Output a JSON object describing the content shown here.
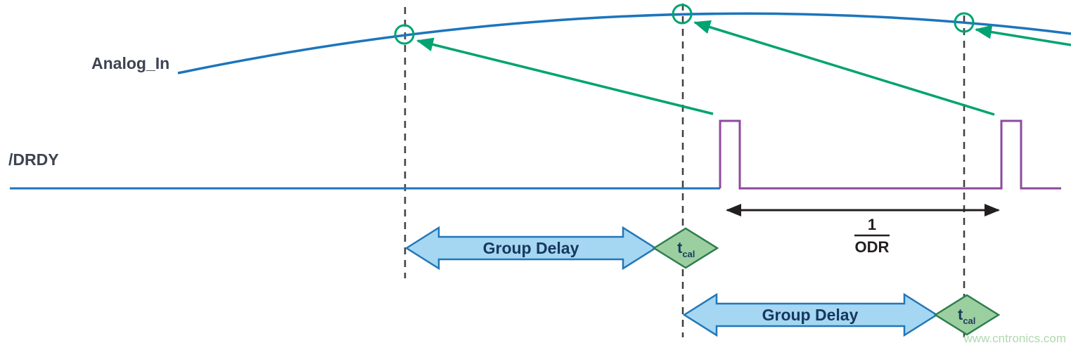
{
  "diagram": {
    "analog_in_label": "Analog_In",
    "drdy_label": "/DRDY",
    "group_delay_label": "Group Delay",
    "tcal": {
      "base": "t",
      "sub": "cal"
    },
    "odr_fraction": {
      "numerator": "1",
      "denominator": "ODR"
    },
    "watermark": "www.cntronics.com",
    "colors": {
      "signal_blue": "#1c75bc",
      "pulse_purple": "#8e4a9e",
      "marker_green": "#00a371",
      "dashed_line": "#3f3f3f",
      "group_delay_fill": "#a5d7f2",
      "group_delay_stroke": "#2277b8",
      "tcal_fill": "#9ccfa0",
      "tcal_stroke": "#2f7d4f",
      "label_text": "#3d4451",
      "odr_text": "#231f20",
      "watermark_green": "#9ccf9c"
    }
  }
}
